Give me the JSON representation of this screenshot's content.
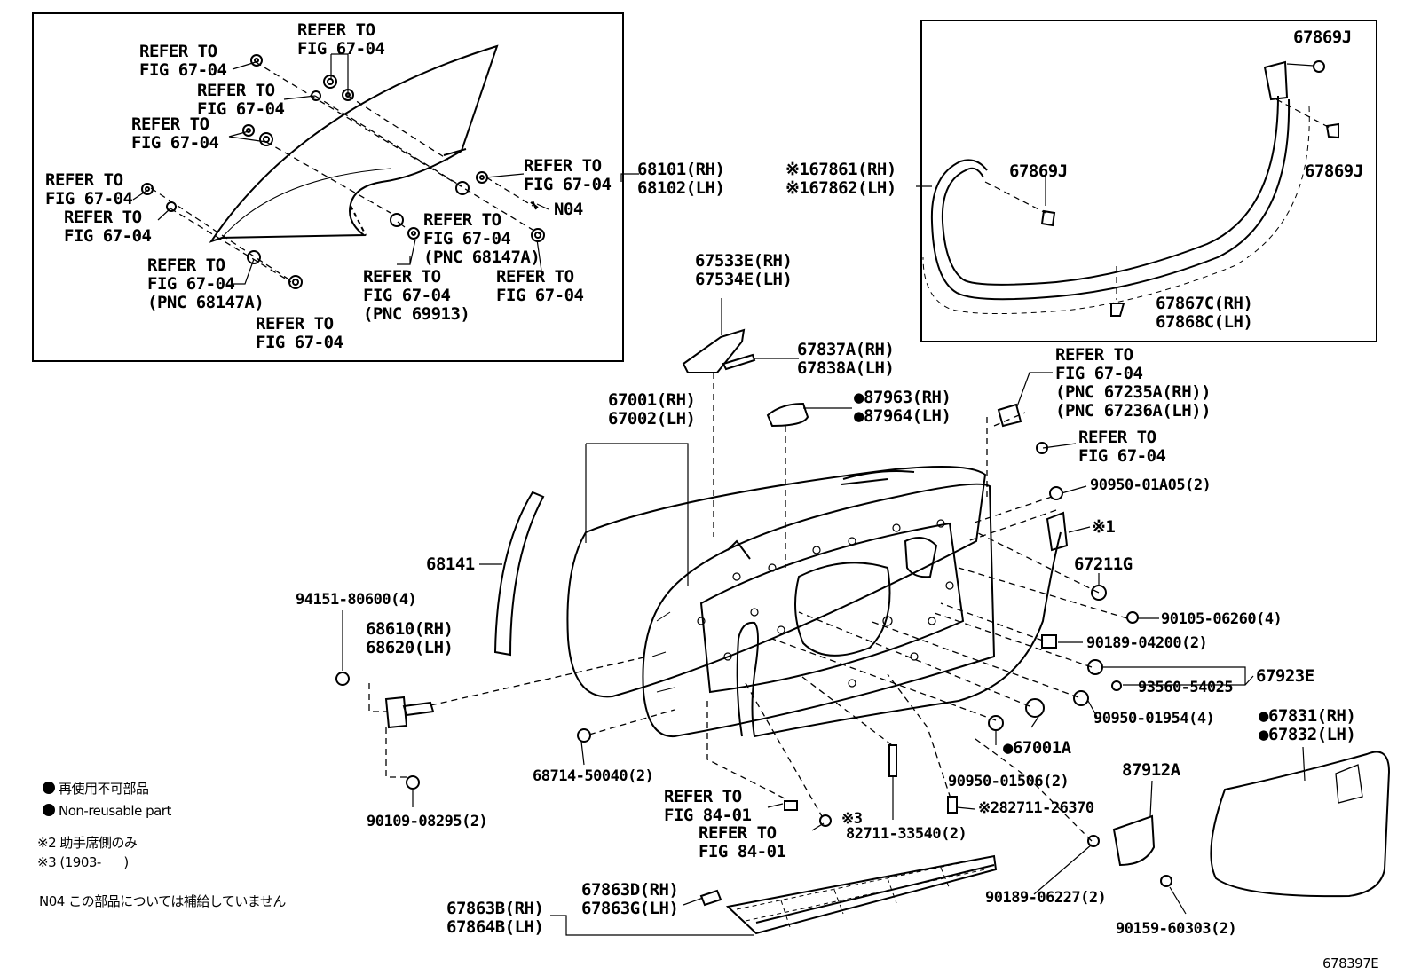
{
  "glass_detail": {
    "r1": "REFER TO\nFIG 67-04",
    "r2": "REFER TO\nFIG 67-04",
    "r3": "REFER TO\nFIG 67-04",
    "r4": "REFER TO\nFIG 67-04",
    "r5": "REFER TO\nFIG 67-04",
    "r6": "REFER TO\nFIG 67-04",
    "r7": "REFER TO\nFIG 67-04",
    "r8": "REFER TO\nFIG 67-04\n(PNC 68147A)",
    "r9": "REFER TO\nFIG 67-04",
    "r10": "REFER TO\nFIG 67-04\n(PNC 68147A)",
    "r11": "REFER TO\nFIG 67-04\n(PNC 69913)",
    "r12": "REFER TO\nFIG 67-04",
    "n04": "N04",
    "glass_part": "68101(RH)\n68102(LH)"
  },
  "weatherstrip_detail": {
    "pn_1": "67869J",
    "pn_2": "67869J",
    "pn_3": "67869J",
    "weatherstrip": "※167861(RH)\n※167862(LH)",
    "clip": "67867C(RH)\n67868C(LH)"
  },
  "parts": {
    "p67533": "67533E(RH)\n67534E(LH)",
    "p67837": "67837A(RH)\n67838A(LH)",
    "p87963": "●87963(RH)\n●87964(LH)",
    "p67001": "67001(RH)\n67002(LH)",
    "ref_lock": "REFER TO\nFIG 67-04\n(PNC 67235A(RH))\n(PNC 67236A(LH))",
    "ref_lock2": "REFER TO\nFIG 67-04",
    "p90950a": "90950-01A05(2)",
    "mark1": "※1",
    "p68141": "68141",
    "p67211": "67211G",
    "p94151": "94151-80600(4)",
    "p68610": "68610(RH)\n68620(LH)",
    "p90105": "90105-06260(4)",
    "p90189a": "90189-04200(2)",
    "p93560": "93560-54025",
    "p67923": "67923E",
    "p90950b": "90950-01954(4)",
    "p67831": "●67831(RH)\n●67832(LH)",
    "p67001a": "●67001A",
    "p68714": "68714-50040(2)",
    "p90950c": "90950-01506(2)",
    "p87912": "87912A",
    "ref84a": "REFER TO\nFIG 84-01",
    "ref84b": "REFER TO\nFIG 84-01",
    "mark3": "※3",
    "p82711b": "※282711-26370",
    "p82711a": "82711-33540(2)",
    "p90109": "90109-08295(2)",
    "p67863d": "67863D(RH)\n67863G(LH)",
    "p67863b": "67863B(RH)\n67864B(LH)",
    "p90189b": "90189-06227(2)",
    "p90159": "90159-60303(2)",
    "fig_no": "678397E"
  },
  "legend": {
    "non_reuse_jp": "再使用不可部品",
    "non_reuse_en": "Non-reusable part",
    "note2": "※2 助手席側のみ",
    "note3": "※3 (1903-      )",
    "note_n04": "N04 この部品については補給していません"
  }
}
